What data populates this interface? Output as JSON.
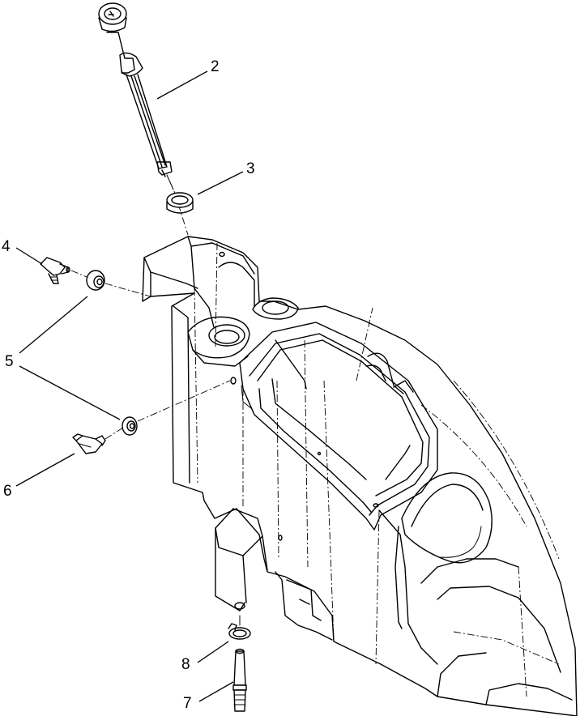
{
  "diagram": {
    "callouts": [
      {
        "id": "c2",
        "label": "2"
      },
      {
        "id": "c3",
        "label": "3"
      },
      {
        "id": "c4",
        "label": "4"
      },
      {
        "id": "c5",
        "label": "5"
      },
      {
        "id": "c6",
        "label": "6"
      },
      {
        "id": "c7",
        "label": "7"
      },
      {
        "id": "c8",
        "label": "8"
      }
    ]
  },
  "colors": {
    "ink": "#000000",
    "paper": "#ffffff"
  }
}
